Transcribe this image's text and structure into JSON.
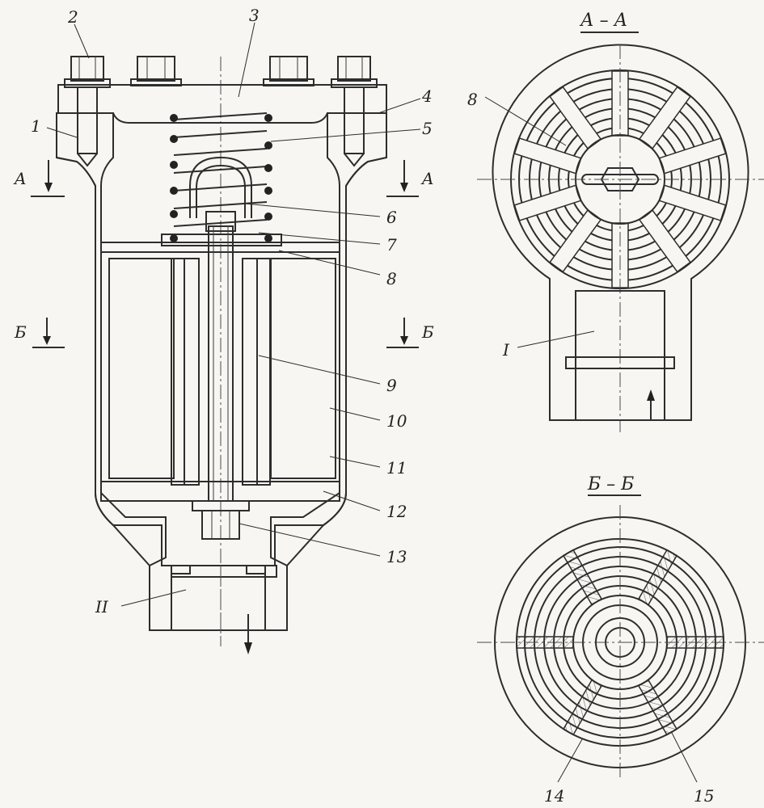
{
  "callouts": [
    "1",
    "2",
    "3",
    "4",
    "5",
    "6",
    "7",
    "8",
    "9",
    "10",
    "11",
    "12",
    "13",
    "14",
    "15"
  ],
  "flow_labels": {
    "inlet": "I",
    "outlet": "II"
  },
  "section_marks": {
    "a": "A",
    "b": "Б"
  },
  "section_titles": {
    "aa": "А – А",
    "bb": "Б – Б"
  },
  "section_aa_callout": "8"
}
